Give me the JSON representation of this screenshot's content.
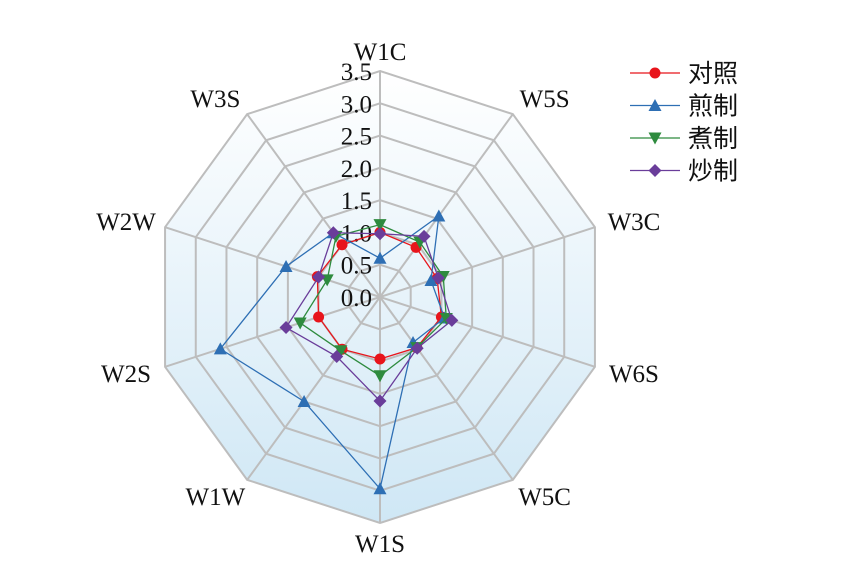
{
  "chart_data": {
    "type": "radar",
    "title": "",
    "axes": [
      "W1C",
      "W5S",
      "W3C",
      "W6S",
      "W5C",
      "W1S",
      "W1W",
      "W2S",
      "W2W",
      "W3S"
    ],
    "rlim": [
      0,
      3.5
    ],
    "ticks": [
      "0.0",
      "0.5",
      "1.0",
      "1.5",
      "2.0",
      "2.5",
      "3.0",
      "3.5"
    ],
    "tick_values": [
      0,
      0.5,
      1.0,
      1.5,
      2.0,
      2.5,
      3.0,
      3.5
    ],
    "grid": true,
    "legend_position": "top-right",
    "series": [
      {
        "name": "对照",
        "color": "#e8141b",
        "marker": "circle",
        "values": [
          1.0,
          0.95,
          0.93,
          1.0,
          0.97,
          0.96,
          1.0,
          1.0,
          1.02,
          1.0
        ]
      },
      {
        "name": "煎制",
        "color": "#2e6fb4",
        "marker": "triangle-up",
        "values": [
          0.6,
          1.55,
          0.83,
          1.05,
          0.87,
          2.97,
          2.0,
          2.6,
          1.53,
          1.23
        ]
      },
      {
        "name": "煮制",
        "color": "#2e8b3e",
        "marker": "triangle-down",
        "values": [
          1.12,
          1.05,
          1.03,
          1.08,
          0.97,
          1.22,
          1.03,
          1.3,
          0.86,
          1.16
        ]
      },
      {
        "name": "炒制",
        "color": "#6a3d9a",
        "marker": "diamond",
        "values": [
          0.98,
          1.16,
          0.95,
          1.17,
          0.98,
          1.61,
          1.14,
          1.53,
          1.0,
          1.23
        ]
      }
    ]
  }
}
